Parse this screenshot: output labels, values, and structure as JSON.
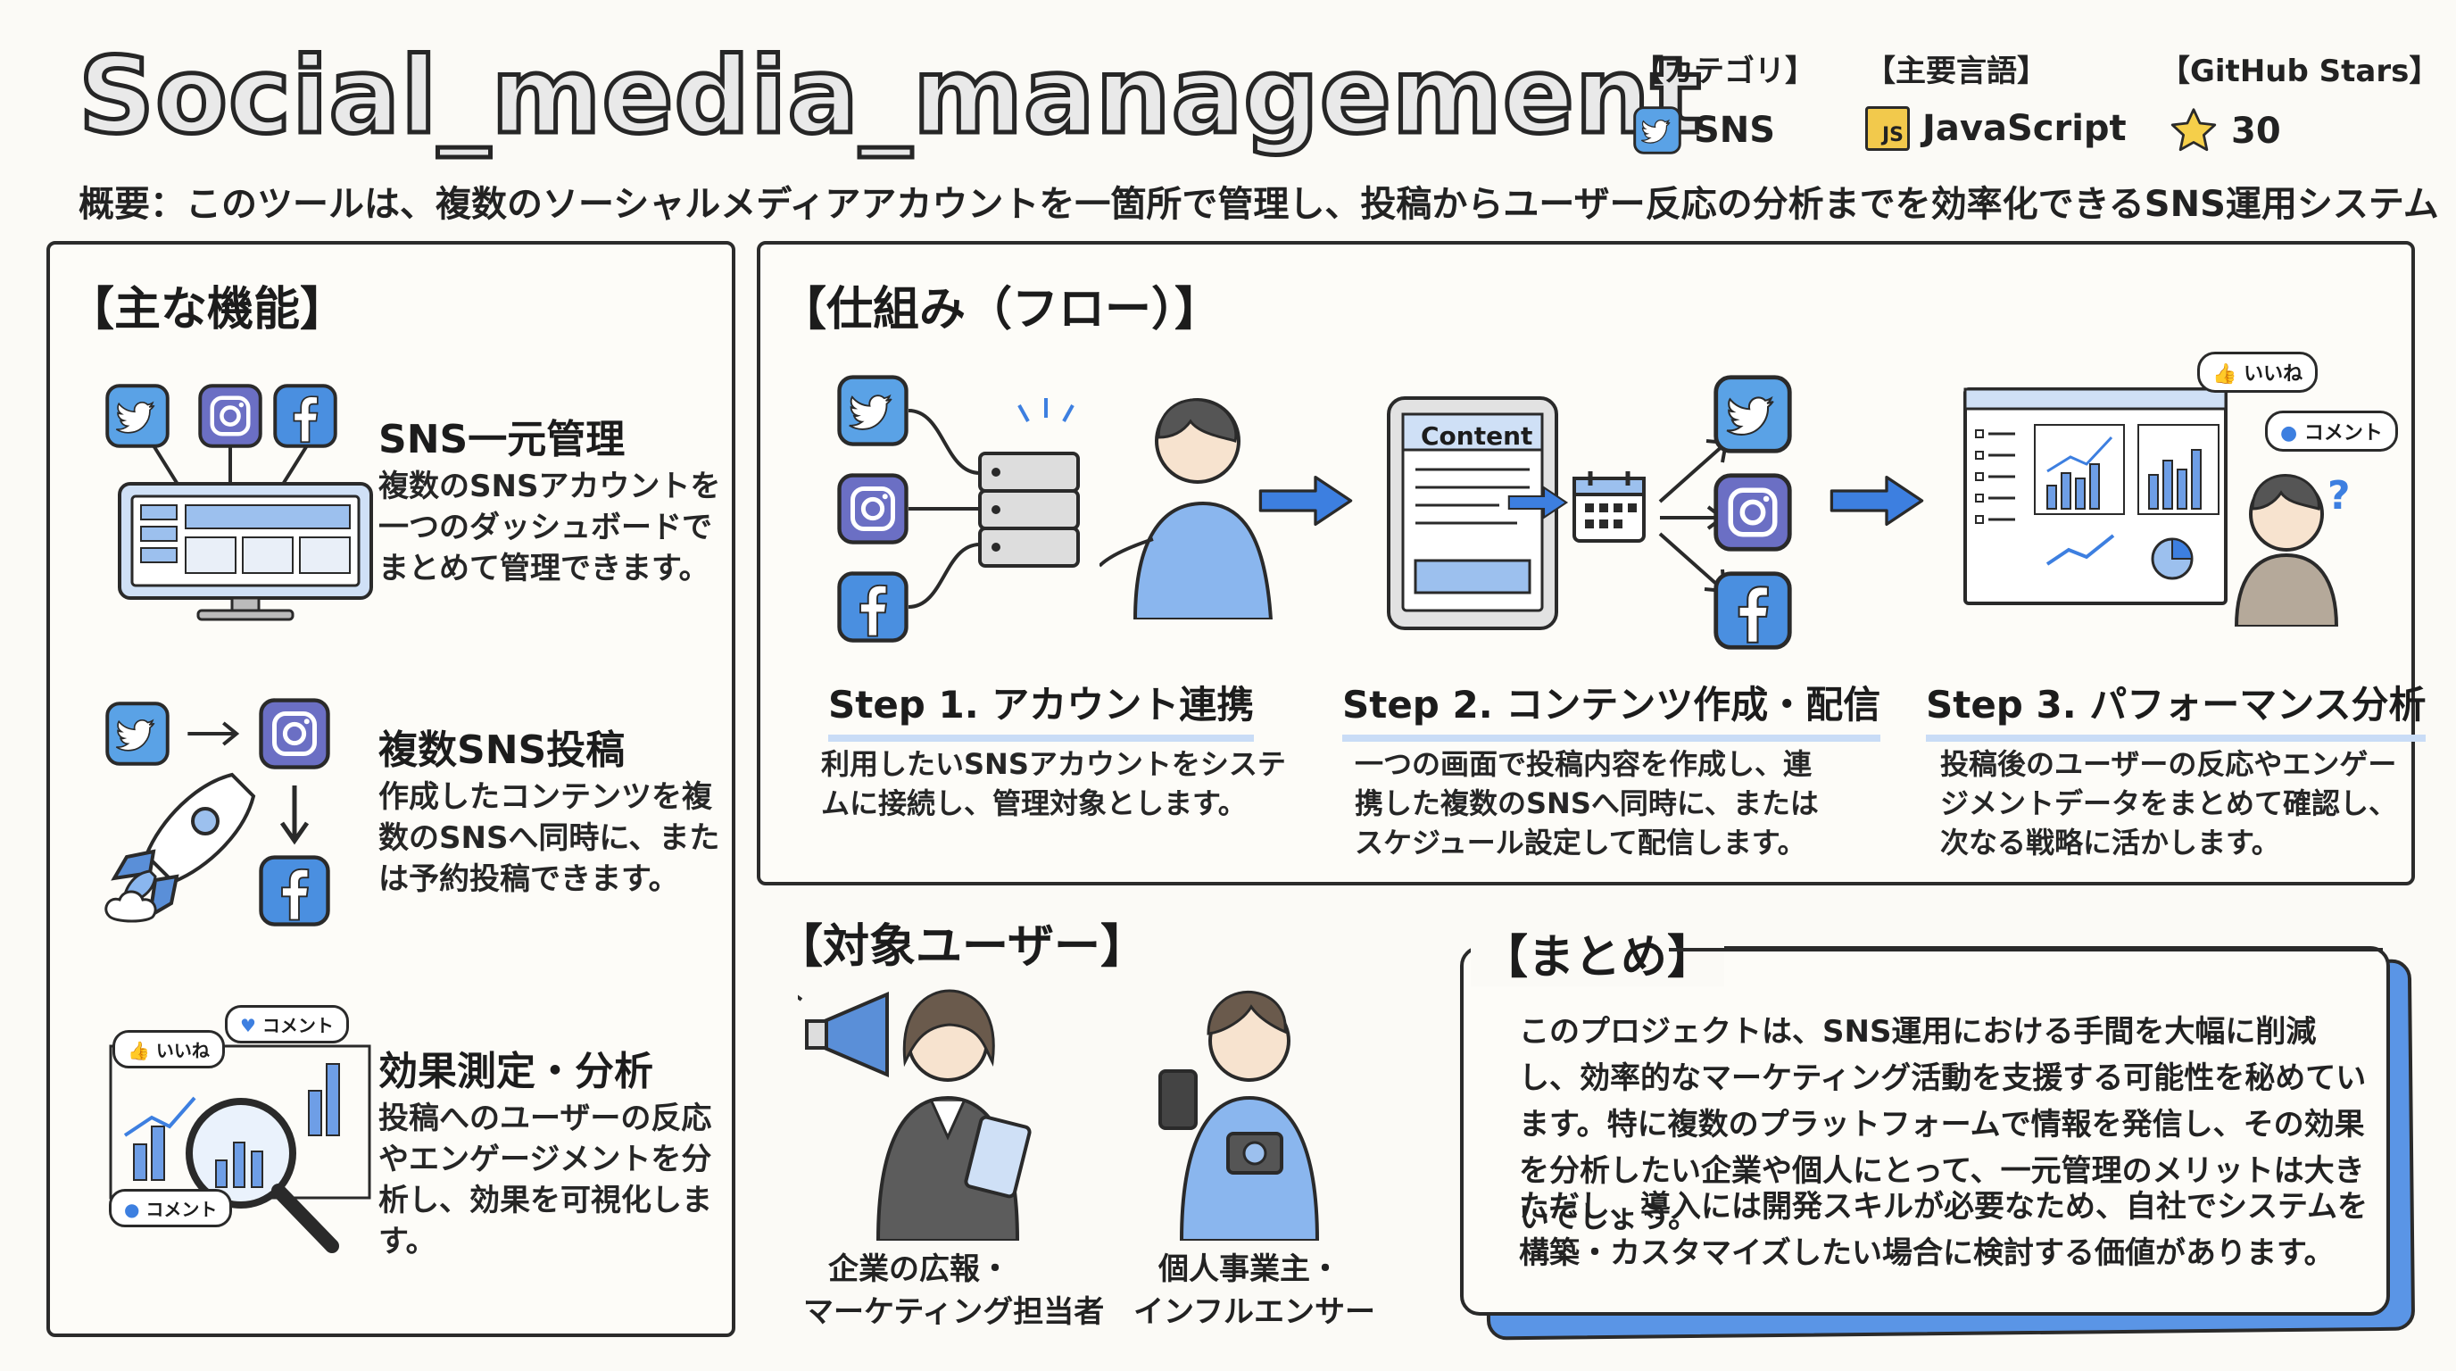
{
  "header": {
    "title": "Social_media_management",
    "category_label": "【カテゴリ】",
    "category_value": "SNS",
    "language_label": "【主要言語】",
    "language_value": "JavaScript",
    "language_badge": "JS",
    "stars_label": "【GitHub Stars】",
    "stars_value": "30",
    "overview": "概要：このツールは、複数のソーシャルメディアアカウントを一箇所で管理し、投稿からユーザー反応の分析までを効率化できるSNS運用システム"
  },
  "features": {
    "title": "【主な機能】",
    "items": [
      {
        "name": "SNS一元管理",
        "desc": "複数のSNSアカウントを一つのダッシュボードでまとめて管理できます。"
      },
      {
        "name": "複数SNS投稿",
        "desc": "作成したコンテンツを複数のSNSへ同時に、または予約投稿できます。"
      },
      {
        "name": "効果測定・分析",
        "desc": "投稿へのユーザーの反応やエンゲージメントを分析し、効果を可視化します。"
      }
    ],
    "like_bubble": "いいね",
    "comment_bubble": "コメント"
  },
  "flow": {
    "title": "【仕組み（フロー）】",
    "content_label": "Content",
    "like_bubble": "いいね",
    "comment_bubble": "コメント",
    "steps": [
      {
        "title": "Step 1. アカウント連携",
        "desc": "利用したいSNSアカウントをシステムに接続し、管理対象とします。"
      },
      {
        "title": "Step 2. コンテンツ作成・配信",
        "desc": "一つの画面で投稿内容を作成し、連携した複数のSNSへ同時に、またはスケジュール設定して配信します。"
      },
      {
        "title": "Step 3. パフォーマンス分析",
        "desc": "投稿後のユーザーの反応やエンゲージメントデータをまとめて確認し、次なる戦略に活かします。"
      }
    ]
  },
  "users": {
    "title": "【対象ユーザー】",
    "items": [
      {
        "line1": "企業の広報・",
        "line2": "マーケティング担当者"
      },
      {
        "line1": "個人事業主・",
        "line2": "インフルエンサー"
      }
    ]
  },
  "summary": {
    "title": "【まとめ】",
    "para1": "このプロジェクトは、SNS運用における手間を大幅に削減し、効率的なマーケティング活動を支援する可能性を秘めています。特に複数のプラットフォームで情報を発信し、その効果を分析したい企業や個人にとって、一元管理のメリットは大きいでしょう。",
    "para2": "ただし、導入には開発スキルが必要なため、自社でシステムを構築・カスタマイズしたい場合に検討する価値があります。"
  },
  "colors": {
    "twitter": "#5aa2e6",
    "instagram": "#6b6fc4",
    "facebook": "#4a8fe0",
    "accent_light": "#c9dcf6",
    "accent": "#3d7fe0",
    "js_badge": "#f2c94c",
    "star": "#f5cf4a"
  },
  "icons": [
    "twitter-icon",
    "instagram-icon",
    "facebook-icon",
    "javascript-icon",
    "star-icon",
    "monitor-icon",
    "rocket-icon",
    "magnifier-icon",
    "server-icon",
    "tablet-icon",
    "calendar-icon",
    "dashboard-icon",
    "arrow-icon",
    "megaphone-icon",
    "camera-icon"
  ]
}
